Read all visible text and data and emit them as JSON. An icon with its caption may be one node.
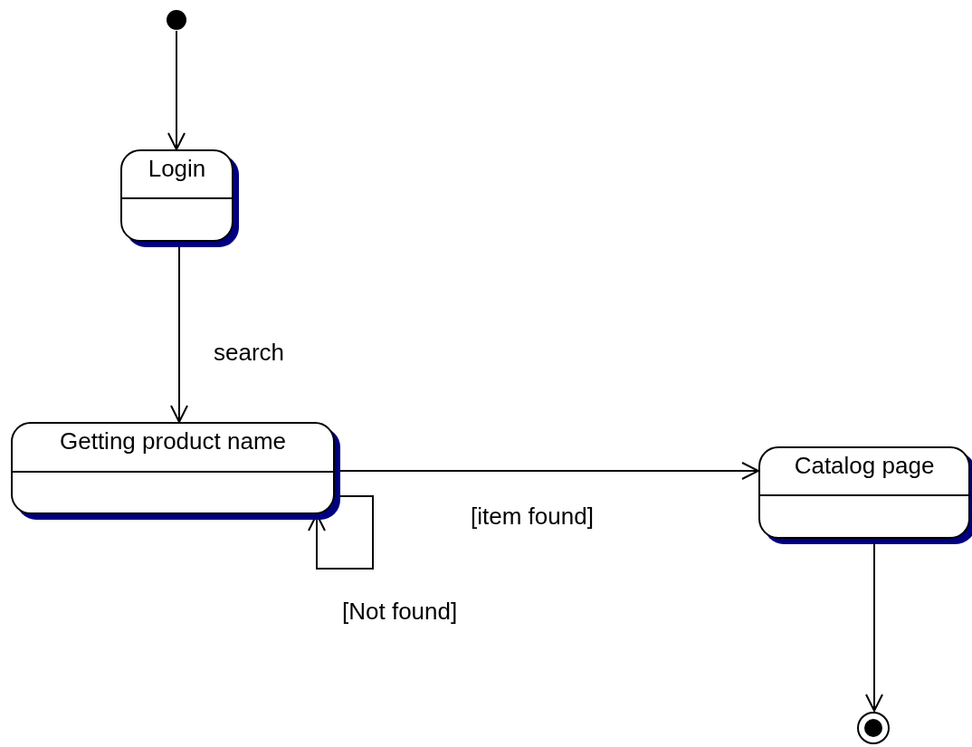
{
  "diagram": {
    "nodes": [
      {
        "text": [],
        "shape": "circle"
      },
      {
        "text": [
          "Login"
        ]
      },
      {
        "text": [
          "Getting product name"
        ]
      },
      {
        "text": [
          "Catalog page"
        ]
      },
      {
        "text": [],
        "shape": "bullseye"
      }
    ],
    "edges": [
      {
        "from": 0,
        "to": 1,
        "arrow": "to"
      },
      {
        "from": 1,
        "to": 2,
        "arrow": "to",
        "label": "search"
      },
      {
        "from": 2,
        "to": 3,
        "arrow": "to",
        "label": "[item found]"
      },
      {
        "from": 2,
        "to": 2,
        "arrow": "to",
        "label": "[Not found]"
      },
      {
        "from": 3,
        "to": 4,
        "arrow": "to"
      }
    ]
  }
}
